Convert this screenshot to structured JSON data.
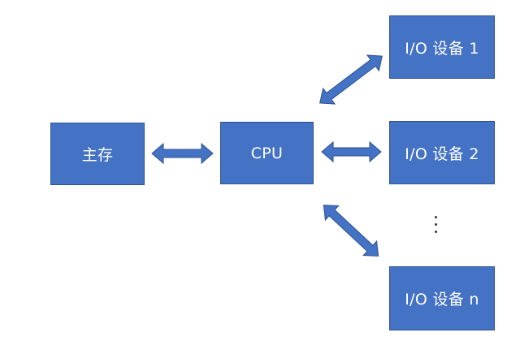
{
  "diagram": {
    "nodes": {
      "main_memory": "主存",
      "cpu": "CPU",
      "io_device_1": "I/O 设备 1",
      "io_device_2": "I/O 设备 2",
      "io_device_n": "I/O 设备 n"
    },
    "ellipsis": "⋮",
    "edges": [
      {
        "from": "主存",
        "to": "CPU",
        "direction": "bidirectional"
      },
      {
        "from": "CPU",
        "to": "I/O 设备 1",
        "direction": "bidirectional"
      },
      {
        "from": "CPU",
        "to": "I/O 设备 2",
        "direction": "bidirectional"
      },
      {
        "from": "CPU",
        "to": "I/O 设备 n",
        "direction": "bidirectional"
      }
    ],
    "colors": {
      "box_fill": "#4472C4",
      "box_border": "#2F528F",
      "arrow_fill": "#4472C4",
      "text": "#FFFFFF"
    }
  }
}
